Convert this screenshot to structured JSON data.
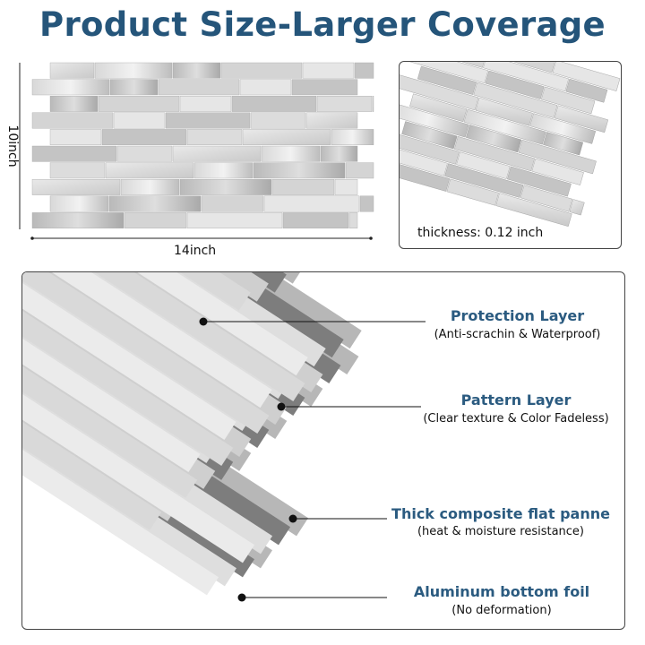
{
  "title": "Product Size-Larger Coverage",
  "dimensions": {
    "height": "10inch",
    "width": "14inch"
  },
  "thickness": "thickness: 0.12 inch",
  "layers": [
    {
      "title": "Protection Layer",
      "subtitle": "(Anti-scrachin & Waterproof)"
    },
    {
      "title": "Pattern Layer",
      "subtitle": "(Clear texture & Color Fadeless)"
    },
    {
      "title": "Thick composite flat panne",
      "subtitle": "(heat & moisture resistance)"
    },
    {
      "title": "Aluminum bottom foil",
      "subtitle": "(No deformation)"
    }
  ],
  "colors": {
    "title": "#25557a",
    "layer_title": "#2b5b80",
    "foil_dark": "#7d7d7d",
    "foil_light": "#b7b7b7"
  }
}
